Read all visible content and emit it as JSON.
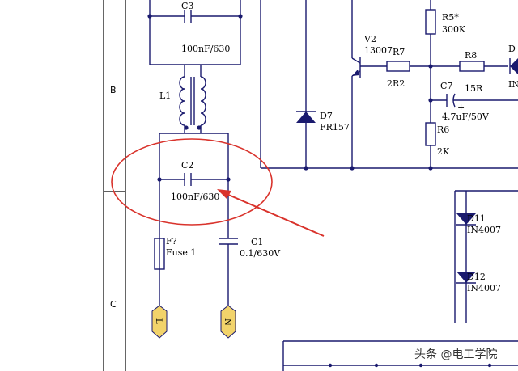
{
  "zones": {
    "b": "B",
    "c": "C"
  },
  "components": {
    "c3": {
      "ref": "C3",
      "value": "100nF/630"
    },
    "l1": {
      "ref": "L1"
    },
    "c2": {
      "ref": "C2",
      "value": "100nF/630"
    },
    "f7": {
      "ref": "F?",
      "value": "Fuse 1"
    },
    "c1": {
      "ref": "C1",
      "value": "0.1/630V"
    },
    "d7": {
      "ref": "D7",
      "value": "FR157"
    },
    "v2": {
      "ref": "V2",
      "value": "13007"
    },
    "r7": {
      "ref": "R7",
      "value": "2R2"
    },
    "r5": {
      "ref": "R5*",
      "value": "300K"
    },
    "r8": {
      "ref": "R8",
      "value": "15R"
    },
    "c7": {
      "ref": "C7",
      "value": "4.7uF/50V",
      "polarity": "+"
    },
    "r6": {
      "ref": "R6",
      "value": "2K"
    },
    "d11": {
      "ref": "D11",
      "value": "IN4007"
    },
    "d12": {
      "ref": "D12",
      "value": "IN4007"
    },
    "d_right": {
      "ref": "D",
      "value": "IN"
    }
  },
  "connectors": {
    "l": "L",
    "n": "N"
  },
  "watermark": "头条 @电工学院",
  "colors": {
    "wire": "#1a1a6e",
    "annotation": "#d9332c",
    "connector_fill": "#f2d36b",
    "border": "#000000"
  }
}
